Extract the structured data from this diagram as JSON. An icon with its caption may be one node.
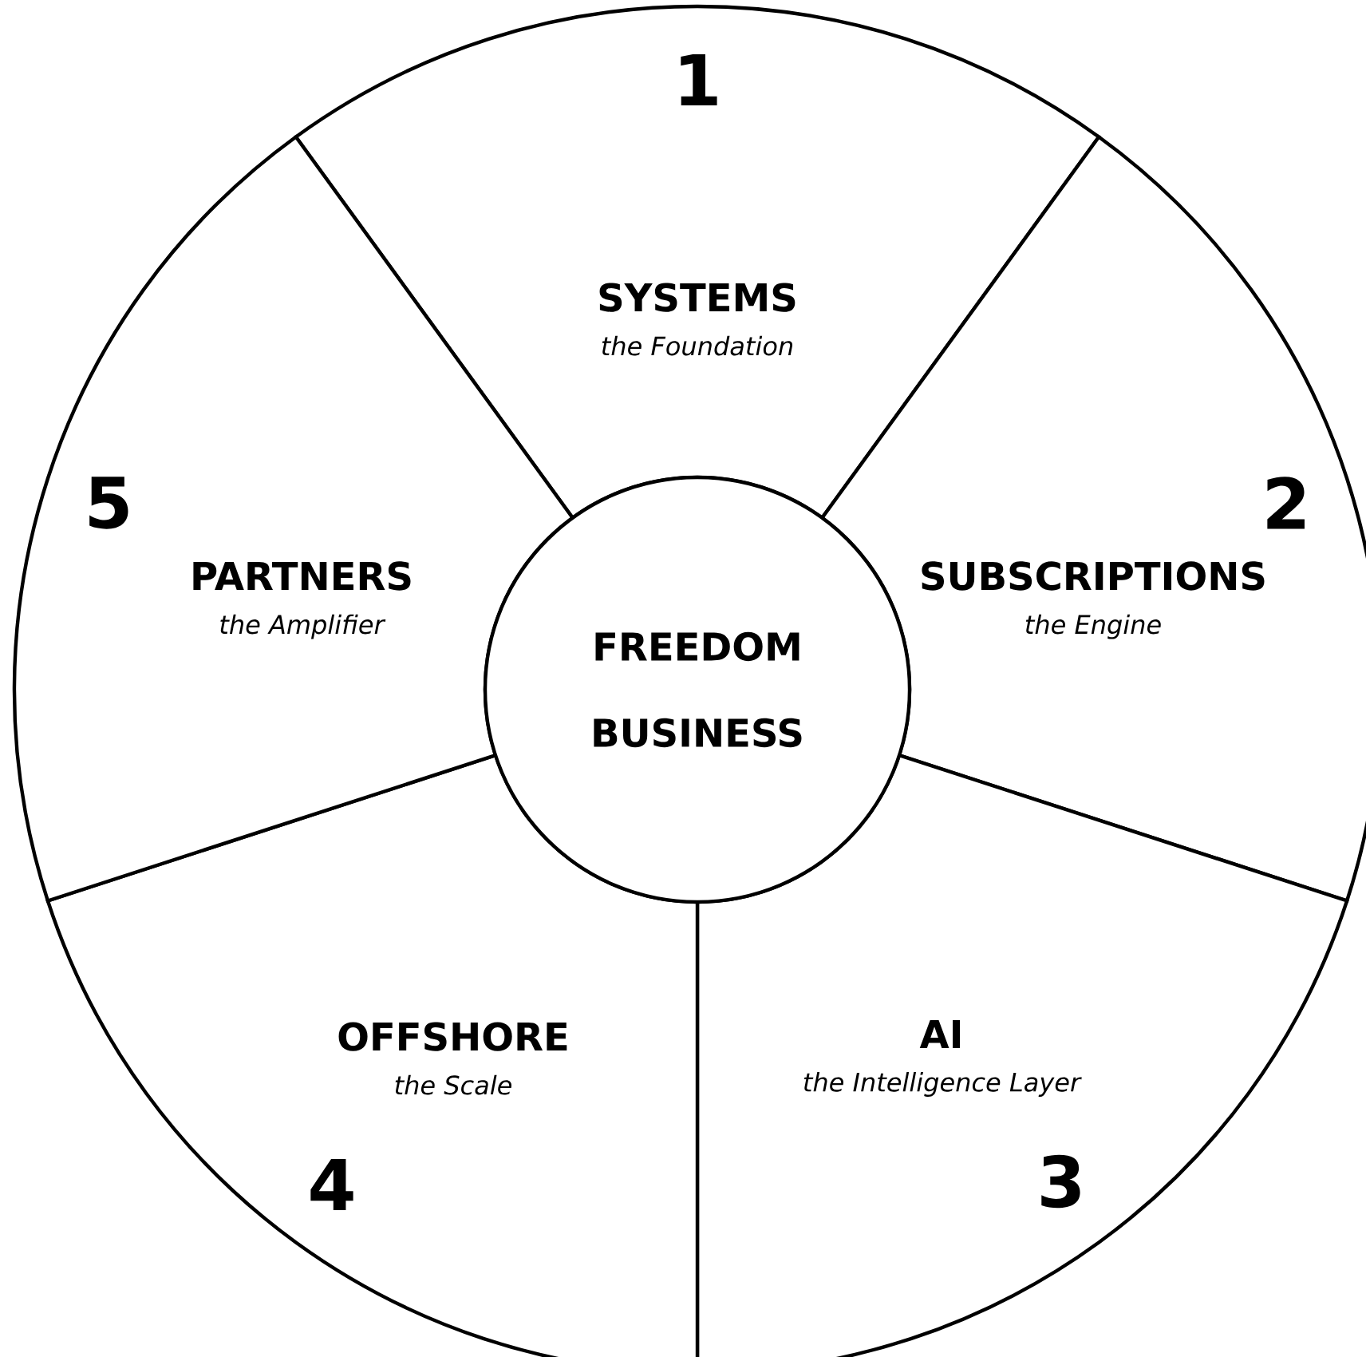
{
  "diagram": {
    "nodes": [
      {
        "text": [
          "FREEDOM BUSINESS"
        ]
      },
      {
        "text": [
          "1",
          "SYSTEMS",
          "the Foundation"
        ]
      },
      {
        "text": [
          "2",
          "SUBSCRIPTIONS",
          "the Engine"
        ]
      },
      {
        "text": [
          "AI",
          "the Intelligence Layer",
          "3"
        ]
      },
      {
        "text": [
          "OFFSHORE",
          "the Scale",
          "4"
        ]
      },
      {
        "text": [
          "5",
          "PARTNERS",
          "the Amplifier"
        ]
      }
    ],
    "edges": []
  }
}
